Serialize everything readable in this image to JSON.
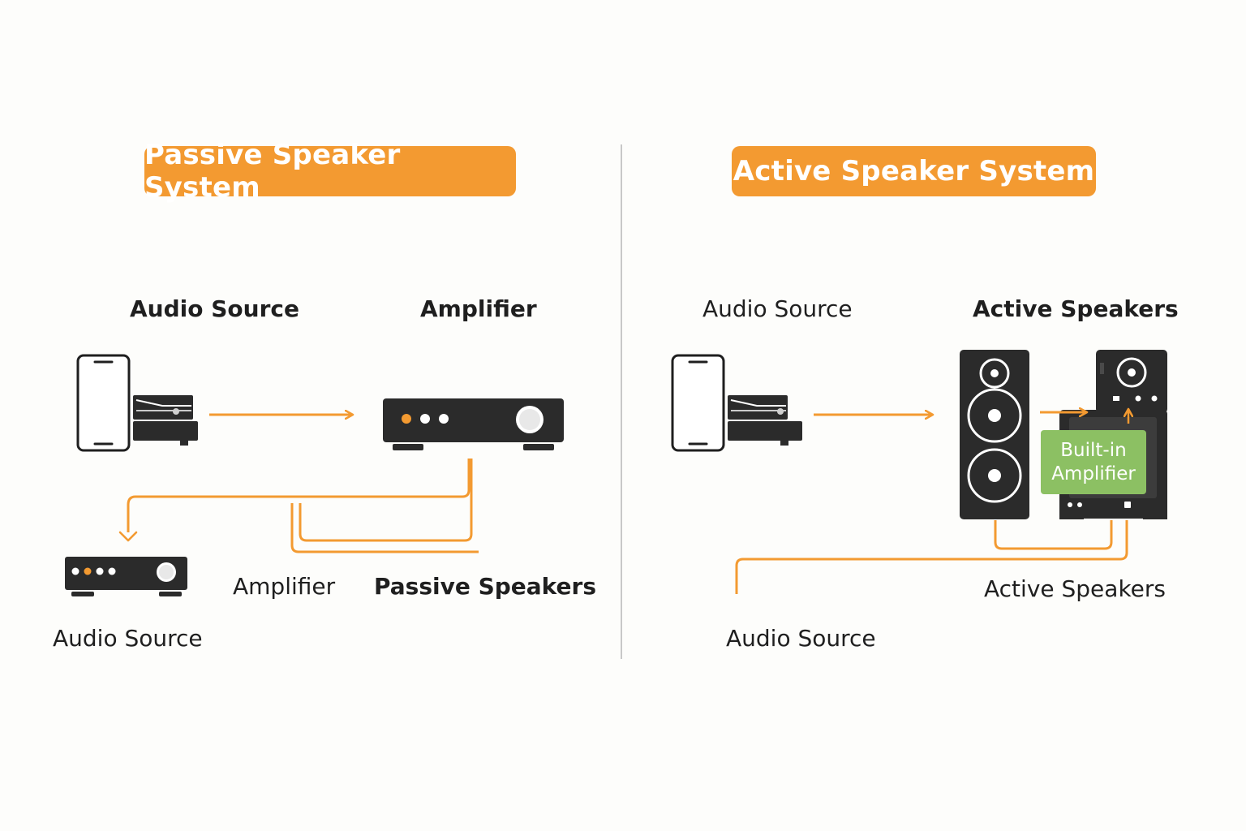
{
  "passive": {
    "title": "Passive Speaker System",
    "label_audio_source_top": "Audio Source",
    "label_amplifier_top": "Amplifier",
    "label_amplifier_bottom": "Amplifier",
    "label_passive_speakers": "Passive Speakers",
    "label_audio_source_bottom": "Audio Source"
  },
  "active": {
    "title": "Active Speaker System",
    "label_audio_source_top": "Audio Source",
    "label_active_speakers_top": "Active Speakers",
    "label_builtin_amplifier": "Built-in\nAmplifier",
    "label_active_speakers_bottom": "Active Speakers",
    "label_audio_source_bottom": "Audio Source"
  },
  "colors": {
    "accent_orange": "#f39a31",
    "builtin_green": "#8cc063",
    "device_dark": "#2b2b2b",
    "divider": "#c8c8c8"
  },
  "icons": [
    "smartphone-icon",
    "turntable-icon",
    "amplifier-icon",
    "speaker-icon",
    "arrow-icon"
  ]
}
